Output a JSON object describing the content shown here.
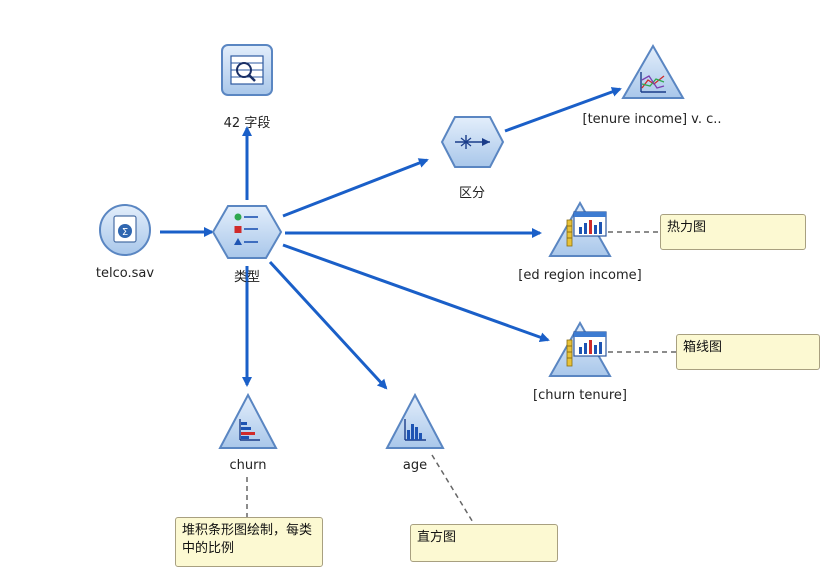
{
  "nodes": {
    "telco": {
      "label": "telco.sav",
      "icon": "database-source-icon"
    },
    "type": {
      "label": "类型",
      "icon": "type-node-icon"
    },
    "table42": {
      "label": "42 字段",
      "icon": "table-output-icon"
    },
    "partition": {
      "label": "区分",
      "icon": "partition-node-icon"
    },
    "plot_tenure_income": {
      "label": "[tenure income] v. c..",
      "icon": "multiplot-icon"
    },
    "heatmap_ed_region_income": {
      "label": "[ed region income]",
      "icon": "graphboard-icon"
    },
    "boxplot_churn_tenure": {
      "label": "[churn tenure]",
      "icon": "graphboard-icon"
    },
    "churn": {
      "label": "churn",
      "icon": "distribution-icon"
    },
    "age": {
      "label": "age",
      "icon": "histogram-icon"
    }
  },
  "comments": {
    "heatmap": "热力图",
    "boxplot": "箱线图",
    "churn_note": "堆积条形图绘制，每类中的比例",
    "histogram": "直方图"
  },
  "colors": {
    "arrow": "#1a5fc8",
    "node_fill": "#c9ddf4",
    "node_stroke": "#5a86c2",
    "note_fill": "#fcf9d2"
  }
}
